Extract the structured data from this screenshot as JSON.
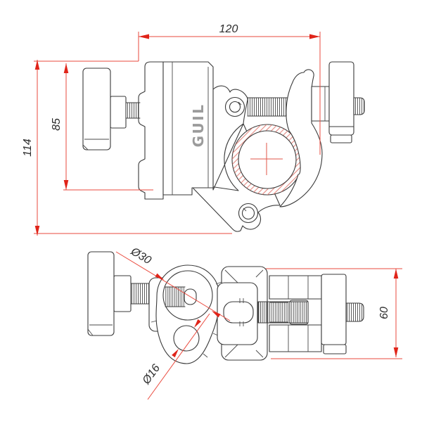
{
  "drawing": {
    "brand": "GUIL",
    "side_view": {
      "dim_width": "120",
      "dim_height_knob": "85",
      "dim_height_total": "114"
    },
    "plan_view": {
      "dim_bore_large": "Ø30",
      "dim_bore_small": "Ø16",
      "dim_depth": "60"
    },
    "colors": {
      "dimension_red": "#e02419",
      "dimension_line_red": "#ea4a3e",
      "outline_black": "#3a3a3a",
      "brand_gray": "#9b9b9b",
      "hatch_red": "#dd6e64",
      "background": "#ffffff"
    }
  }
}
